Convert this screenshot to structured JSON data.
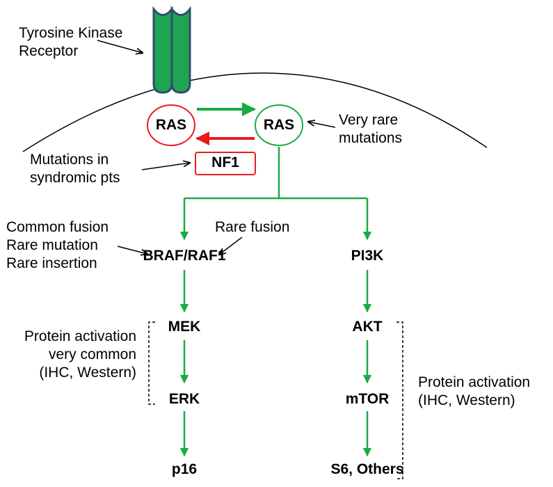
{
  "colors": {
    "activation": "#1aaa45",
    "inhibition": "#e81c1c",
    "receptor_fill": "#1fa552",
    "receptor_stroke": "#2f4d6e",
    "membrane": "#000000"
  },
  "receptor": {
    "label_line1": "Tyrosine Kinase",
    "label_line2": "Receptor",
    "icon": "receptor-icon"
  },
  "ras": {
    "inactive": "RAS",
    "active": "RAS"
  },
  "nf1": "NF1",
  "ras_note": {
    "line1": "Very rare",
    "line2": "mutations"
  },
  "nf1_note": {
    "line1": "Mutations in",
    "line2": "syndromic pts"
  },
  "braf_notes": {
    "line1": "Common fusion",
    "line2": "Rare mutation",
    "line3": "Rare insertion",
    "fusion": "Rare fusion"
  },
  "left_branch": {
    "braf": "BRAF/RAF1",
    "mek": "MEK",
    "erk": "ERK",
    "p16": "p16"
  },
  "right_branch": {
    "pi3k": "PI3K",
    "akt": "AKT",
    "mtor": "mTOR",
    "s6": "S6, Others"
  },
  "left_annotation": {
    "line1": "Protein activation",
    "line2": "very common",
    "line3": "(IHC, Western)"
  },
  "right_annotation": {
    "line1": "Protein activation",
    "line2": "(IHC, Western)"
  }
}
